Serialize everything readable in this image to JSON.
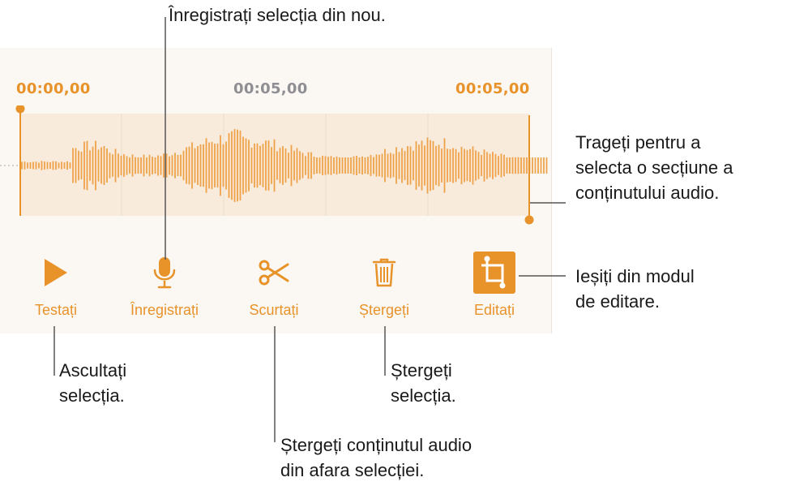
{
  "timeline": {
    "start": "00:00,00",
    "current": "00:05,00",
    "end": "00:05,00"
  },
  "controls": [
    {
      "label": "Testați",
      "icon": "play-icon"
    },
    {
      "label": "Înregistrați",
      "icon": "microphone-icon"
    },
    {
      "label": "Scurtați",
      "icon": "scissors-icon"
    },
    {
      "label": "Ștergeți",
      "icon": "trash-icon"
    },
    {
      "label": "Editați",
      "icon": "crop-icon"
    }
  ],
  "callouts": {
    "record": "Înregistrați selecția din nou.",
    "drag": [
      "Trageți pentru a",
      "selecta o secțiune a",
      "conținutului audio."
    ],
    "exit": [
      "Ieșiți din modul",
      "de editare."
    ],
    "listen": [
      "Ascultați",
      "selecția."
    ],
    "delete": [
      "Ștergeți",
      "selecția."
    ],
    "trim": [
      "Ștergeți conținutul audio",
      "din afara selecției."
    ]
  },
  "colors": {
    "accent": "#e8922a",
    "time_gray": "#8e8e93",
    "selection_fill": "#f9ebdb",
    "panel": "#fbf8f4",
    "text": "#1a1a1a"
  }
}
